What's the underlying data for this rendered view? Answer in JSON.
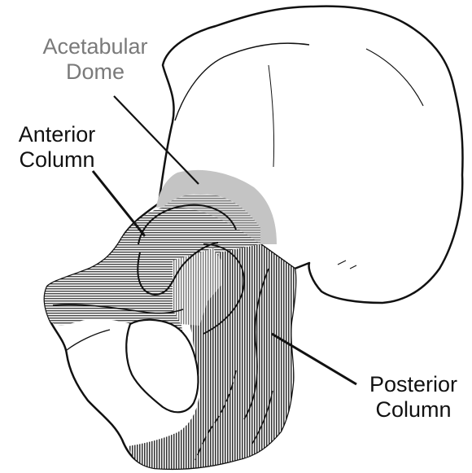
{
  "labels": {
    "acetabular_dome": [
      "Acetabular",
      "Dome"
    ],
    "anterior_column": [
      "Anterior",
      "Column"
    ],
    "posterior_column": [
      "Posterior",
      "Column"
    ]
  },
  "colors": {
    "outline": "#111111",
    "dome_fill": "#c4c4c4",
    "dome_label": "#7a7a7a",
    "hatch": "#111111"
  }
}
